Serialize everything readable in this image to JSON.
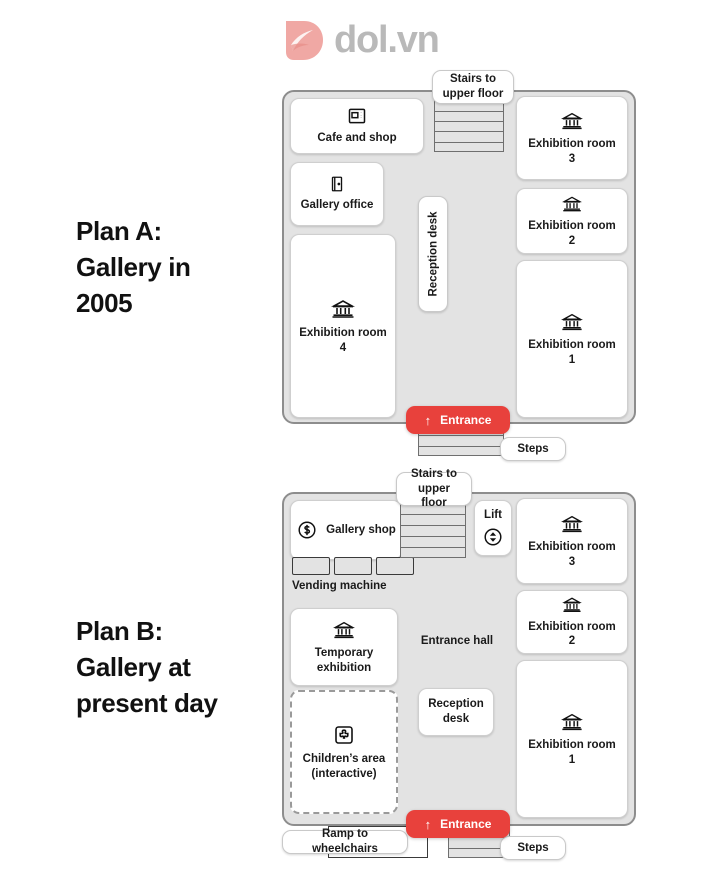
{
  "brand": {
    "name": "dol.vn",
    "logo_icon": "dol-leaf-logo-icon",
    "logo_color": "#f0a8a4",
    "text_color": "#b9b9b9"
  },
  "colors": {
    "entrance_red": "#e8413c",
    "floor_gray": "#e3e3e3",
    "room_white": "#ffffff",
    "outline": "#8d8d8d"
  },
  "plans": [
    {
      "id": "plan-a",
      "title": "Plan A:\nGallery in\n2005",
      "rooms": [
        {
          "name": "cafe-and-shop",
          "label": "Cafe and shop",
          "icon": "coffee-machine-icon"
        },
        {
          "name": "gallery-office",
          "label": "Gallery office",
          "icon": "office-door-icon"
        },
        {
          "name": "exhibition-room-4",
          "label": "Exhibition room\n4",
          "icon": "museum-icon"
        },
        {
          "name": "exhibition-room-3",
          "label": "Exhibition room\n3",
          "icon": "museum-icon"
        },
        {
          "name": "exhibition-room-2",
          "label": "Exhibition room\n2",
          "icon": "museum-icon"
        },
        {
          "name": "exhibition-room-1",
          "label": "Exhibition room\n1",
          "icon": "museum-icon"
        }
      ],
      "stairs_label": "Stairs to\nupper floor",
      "reception_label": "Reception desk",
      "entrance_label": "Entrance",
      "entrance_arrow": "↑",
      "steps_label": "Steps"
    },
    {
      "id": "plan-b",
      "title": "Plan B:\nGallery at\npresent day",
      "rooms": [
        {
          "name": "gallery-shop",
          "label": "Gallery shop",
          "icon": "dollar-circle-icon"
        },
        {
          "name": "temporary-exhibition",
          "label": "Temporary\nexhibition",
          "icon": "museum-icon"
        },
        {
          "name": "childrens-area",
          "label": "Children’s area\n(interactive)",
          "icon": "puzzle-piece-icon"
        },
        {
          "name": "exhibition-room-3",
          "label": "Exhibition room\n3",
          "icon": "museum-icon"
        },
        {
          "name": "exhibition-room-2",
          "label": "Exhibition room\n2",
          "icon": "museum-icon"
        },
        {
          "name": "exhibition-room-1",
          "label": "Exhibition room\n1",
          "icon": "museum-icon"
        }
      ],
      "stairs_label": "Stairs to\nupper floor",
      "lift_label": "Lift",
      "lift_icon": "lift-updown-icon",
      "vending_label": "Vending machine",
      "entrance_hall_label": "Entrance hall",
      "reception_label": "Reception\ndesk",
      "entrance_label": "Entrance",
      "entrance_arrow": "↑",
      "steps_label": "Steps",
      "ramp_label": "Ramp to wheelchairs"
    }
  ]
}
